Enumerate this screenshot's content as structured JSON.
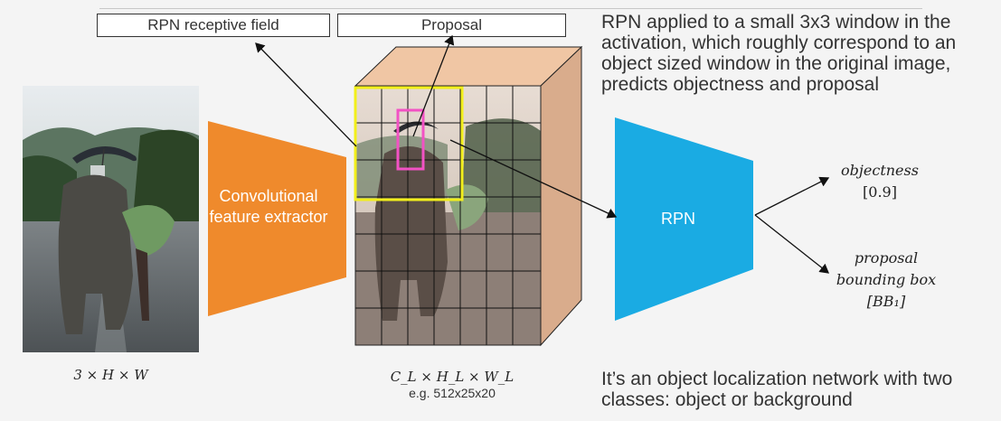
{
  "labels": {
    "rpn_receptive_field": "RPN receptive field",
    "proposal": "Proposal"
  },
  "description": {
    "top": "RPN applied to a small 3x3 window in the activation, which roughly correspond to an object sized window in the original image, predicts objectness and proposal",
    "bottom": "It’s an object localization network with two classes: object or background"
  },
  "extractor": {
    "label": "Convolutional feature extractor"
  },
  "rpn": {
    "label": "RPN"
  },
  "outputs": {
    "objectness_name": "objectness",
    "objectness_value": "[0.9]",
    "proposal_name_1": "proposal",
    "proposal_name_2": "bounding box",
    "proposal_value": "[BB₁]"
  },
  "dims": {
    "input": "3 × H × W",
    "feature": "C_L × H_L × W_L",
    "feature_example": "e.g. 512x25x20"
  },
  "colors": {
    "extractor": "#ef8a2c",
    "rpn": "#1aabe3",
    "cube_top": "#f0c6a4",
    "cube_side": "#d9ac8c",
    "receptive_window": "#f2ef1b",
    "proposal_box": "#f252c4"
  }
}
